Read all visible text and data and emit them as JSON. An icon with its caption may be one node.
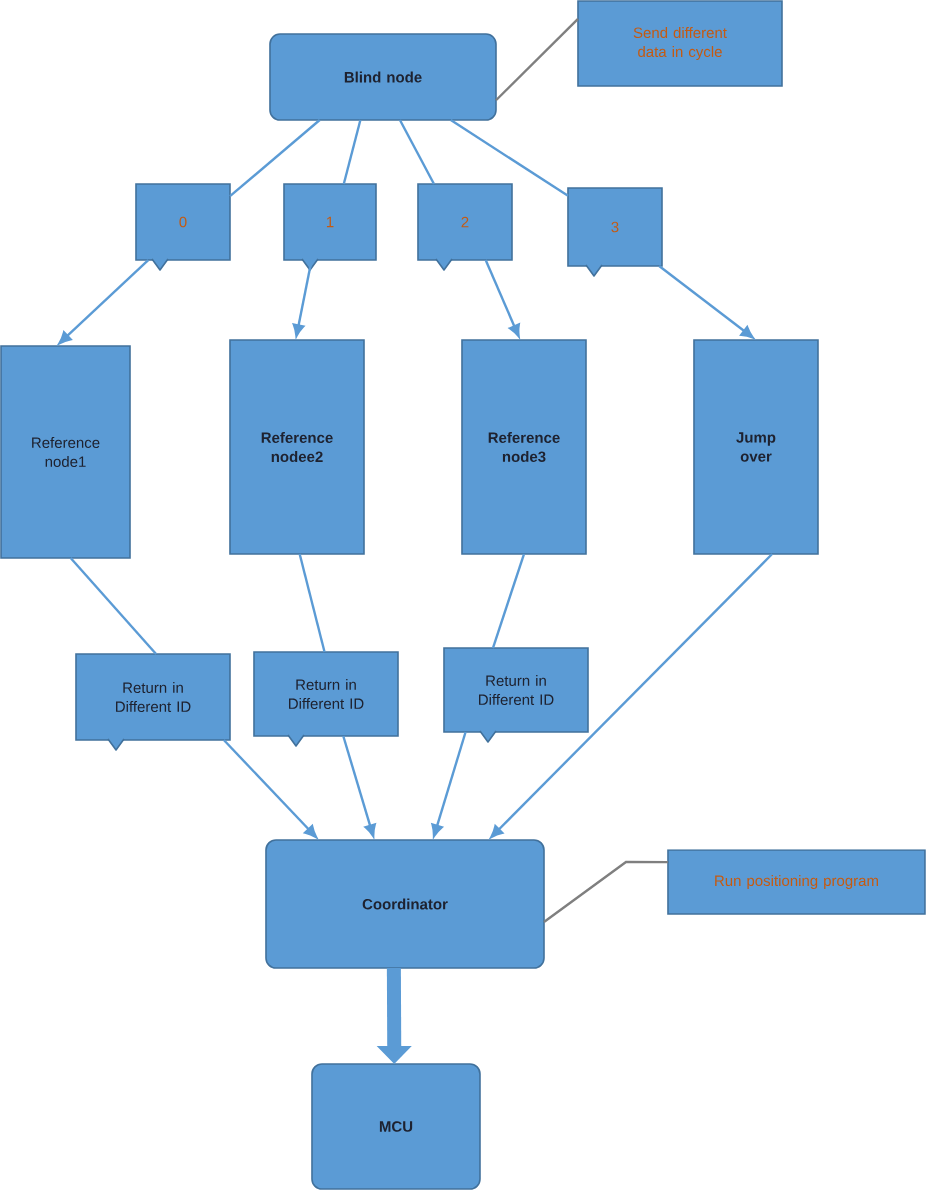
{
  "diagram": {
    "nodes": [
      {
        "text": [
          "Blind node"
        ]
      },
      {
        "text": [
          "Send different data in cycle"
        ]
      },
      {
        "text": [
          "0"
        ]
      },
      {
        "text": [
          "1"
        ]
      },
      {
        "text": [
          "2"
        ]
      },
      {
        "text": [
          "3"
        ]
      },
      {
        "text": [
          "Reference node1"
        ]
      },
      {
        "text": [
          "Reference nodee2"
        ]
      },
      {
        "text": [
          "Reference node3"
        ]
      },
      {
        "text": [
          "Jump over"
        ]
      },
      {
        "text": [
          "Return in Different ID"
        ]
      },
      {
        "text": [
          "Return in Different ID"
        ]
      },
      {
        "text": [
          "Return in Different ID"
        ]
      },
      {
        "text": [
          "Coordinator"
        ]
      },
      {
        "text": [
          "Run positioning program"
        ]
      },
      {
        "text": [
          "MCU"
        ]
      }
    ],
    "edges": [
      {
        "from": 1,
        "to": 0,
        "arrow": "none",
        "color": "#7f7f7f"
      },
      {
        "from": 0,
        "to": 2,
        "arrow": "none"
      },
      {
        "from": 2,
        "to": 6,
        "arrow": "to"
      },
      {
        "from": 0,
        "to": 3,
        "arrow": "none"
      },
      {
        "from": 3,
        "to": 7,
        "arrow": "to"
      },
      {
        "from": 0,
        "to": 4,
        "arrow": "none"
      },
      {
        "from": 4,
        "to": 8,
        "arrow": "to"
      },
      {
        "from": 0,
        "to": 5,
        "arrow": "none"
      },
      {
        "from": 5,
        "to": 9,
        "arrow": "to"
      },
      {
        "from": 6,
        "to": 10,
        "arrow": "none"
      },
      {
        "from": 10,
        "to": 13,
        "arrow": "to"
      },
      {
        "from": 7,
        "to": 11,
        "arrow": "none"
      },
      {
        "from": 11,
        "to": 13,
        "arrow": "to"
      },
      {
        "from": 8,
        "to": 12,
        "arrow": "none"
      },
      {
        "from": 12,
        "to": 13,
        "arrow": "to"
      },
      {
        "from": 9,
        "to": 13,
        "arrow": "to"
      },
      {
        "from": 13,
        "to": 15,
        "arrow": "to",
        "style": "thick"
      },
      {
        "from": 14,
        "to": 13,
        "arrow": "none",
        "color": "#7f7f7f"
      }
    ]
  }
}
